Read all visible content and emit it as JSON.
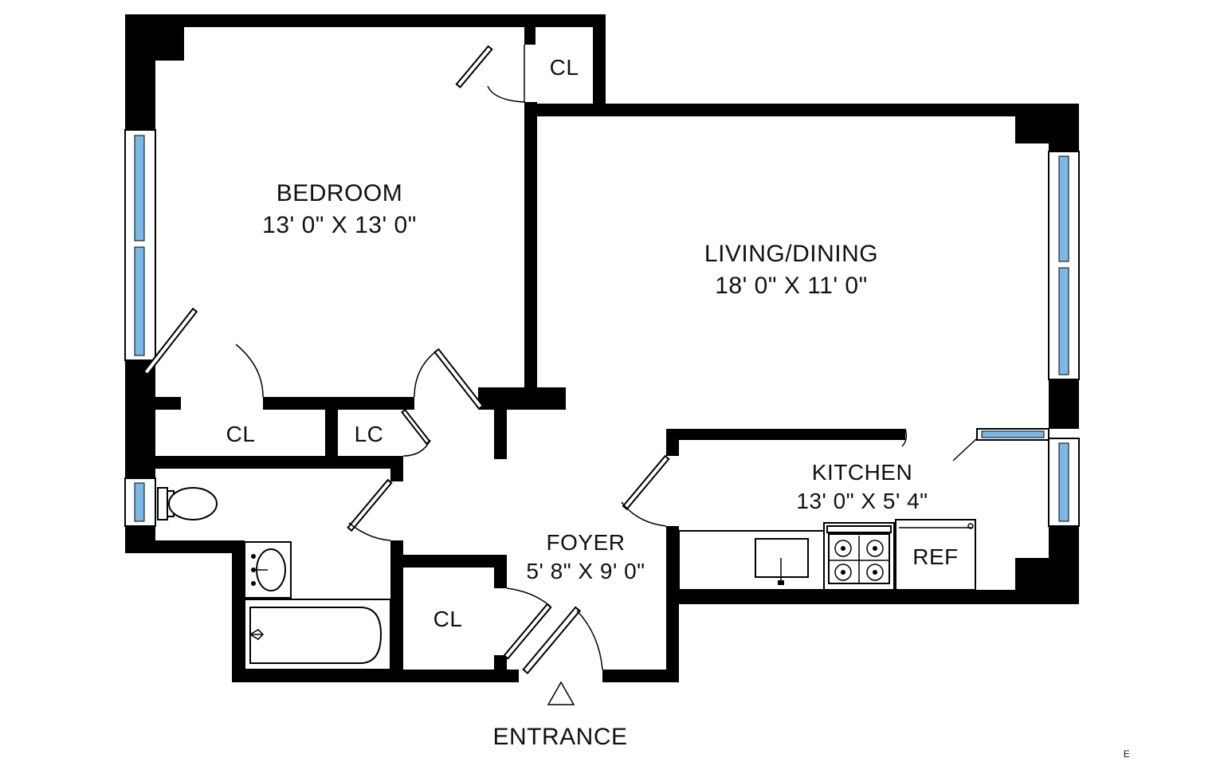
{
  "colors": {
    "wall": "#000000",
    "window_glass": "#7ab8e6",
    "background": "#ffffff"
  },
  "rooms": {
    "bedroom": {
      "name": "BEDROOM",
      "size": "13' 0\" X 13' 0\""
    },
    "living": {
      "name": "LIVING/DINING",
      "size": "18' 0\" X 11' 0\""
    },
    "kitchen": {
      "name": "KITCHEN",
      "size": "13' 0\" X 5' 4\""
    },
    "foyer": {
      "name": "FOYER",
      "size": "5' 8\" X 9' 0\""
    }
  },
  "closets": {
    "bedroom_closet": "CL",
    "hall_closet": "CL",
    "linen_closet": "LC",
    "foyer_closet": "CL"
  },
  "appliances": {
    "refrigerator": "REF"
  },
  "entrance": {
    "label": "ENTRANCE",
    "marker_icon": "triangle-up-icon"
  },
  "compass": {
    "label": "E"
  }
}
